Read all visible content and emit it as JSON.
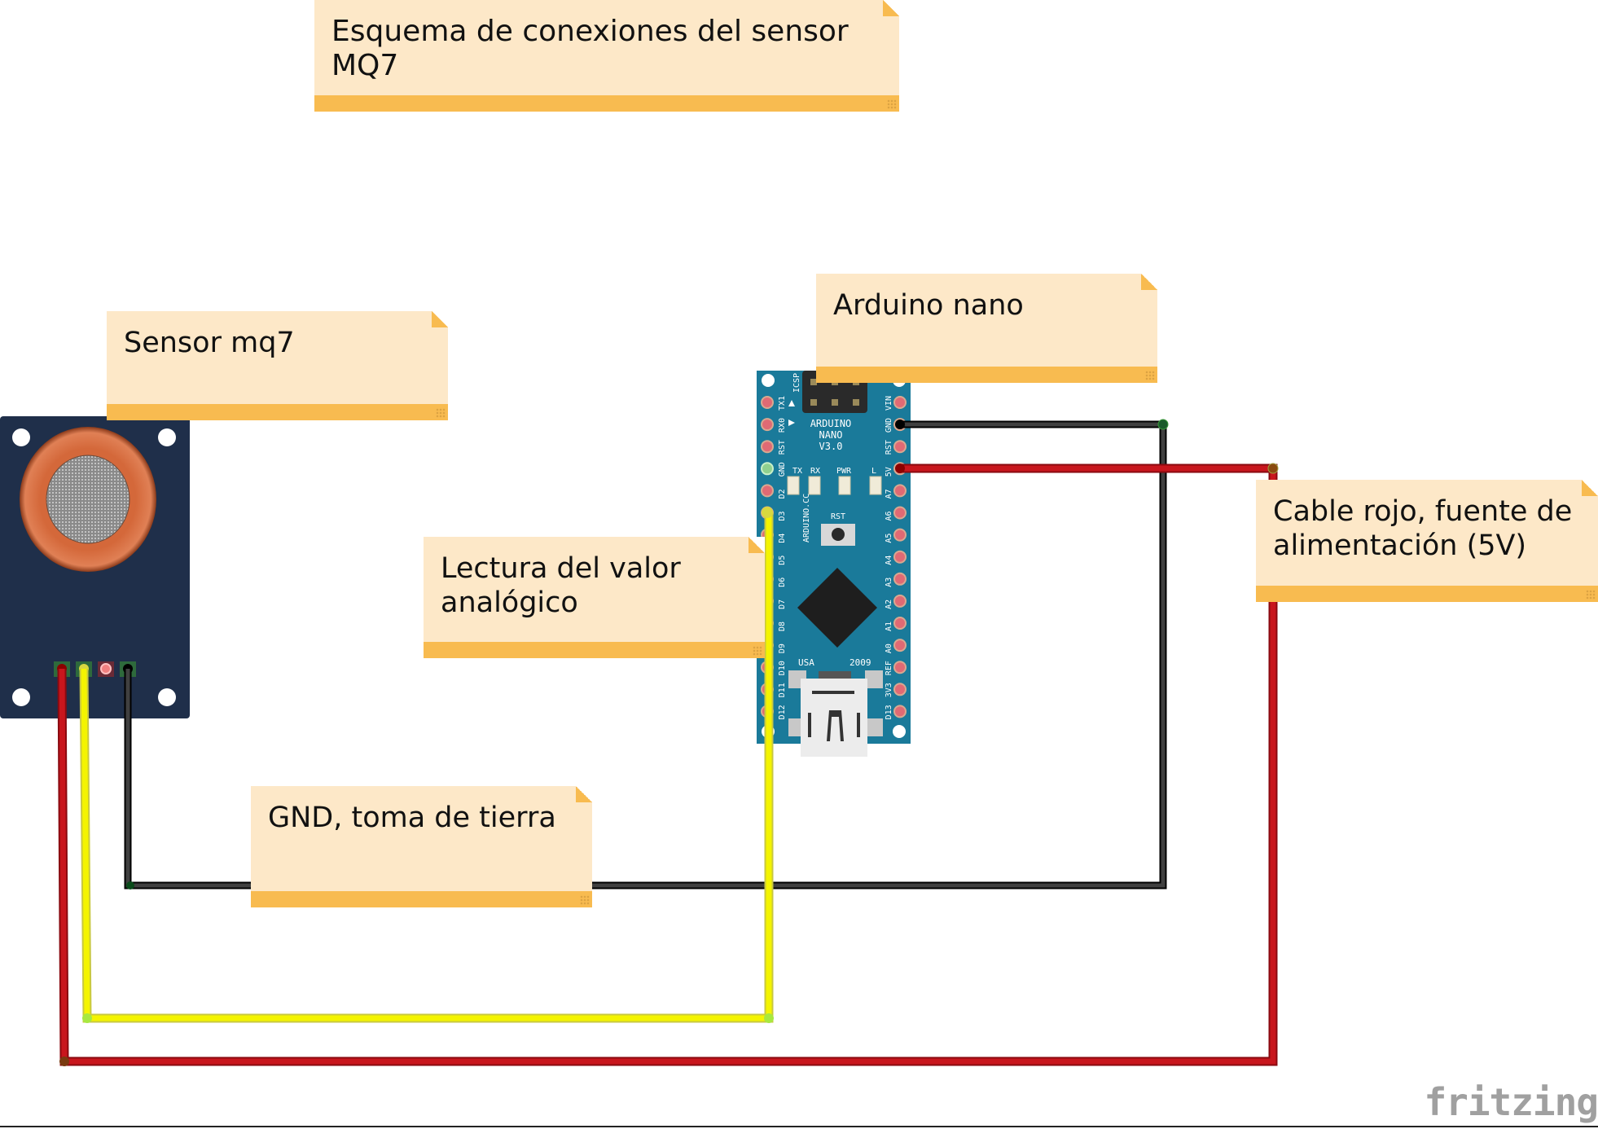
{
  "title_note": {
    "text": "Esquema de conexiones del sensor MQ7"
  },
  "notes": [
    {
      "id": "sensor",
      "text": "Sensor mq7"
    },
    {
      "id": "arduino",
      "text": "Arduino nano"
    },
    {
      "id": "lectura",
      "text": "Lectura del valor analógico"
    },
    {
      "id": "gnd",
      "text": "GND, toma de tierra"
    },
    {
      "id": "cable_rojo",
      "text": "Cable rojo, fuente de alimentación (5V)"
    }
  ],
  "arduino": {
    "title_lines": [
      "ARDUINO",
      "NANO",
      "V3.0"
    ],
    "icsp_label": "ICSP",
    "site_label": "ARDUINO.CC",
    "led_labels": [
      "TX",
      "RX",
      "PWR",
      "L"
    ],
    "rst_label": "RST",
    "country_label": "USA",
    "year_label": "2009",
    "left_pins": [
      "TX1",
      "RX0",
      "RST",
      "GND",
      "D2",
      "D3",
      "D4",
      "D5",
      "D6",
      "D7",
      "D8",
      "D9",
      "D10",
      "D11",
      "D12"
    ],
    "right_pins": [
      "VIN",
      "GND",
      "RST",
      "5V",
      "A7",
      "A6",
      "A5",
      "A4",
      "A3",
      "A2",
      "A1",
      "A0",
      "REF",
      "3V3",
      "D13"
    ]
  },
  "wires": [
    {
      "name": "gnd-wire",
      "color": "black",
      "from": "sensor GND",
      "to": "Arduino GND"
    },
    {
      "name": "signal-wire",
      "color": "yellow",
      "from": "sensor AOUT",
      "to": "Arduino D3"
    },
    {
      "name": "power-wire",
      "color": "red",
      "from": "sensor VCC",
      "to": "Arduino 5V"
    }
  ],
  "colors": {
    "note_bg": "#fde8c8",
    "note_bar": "#f8bb50",
    "sensor_board": "#1f2f4a",
    "sensor_ring": "#d4683a",
    "arduino_board": "#1a7a9a",
    "wire_red": "#c8161d",
    "wire_yellow": "#f4f400",
    "wire_black": "#404040"
  },
  "branding": {
    "logo": "fritzing"
  }
}
